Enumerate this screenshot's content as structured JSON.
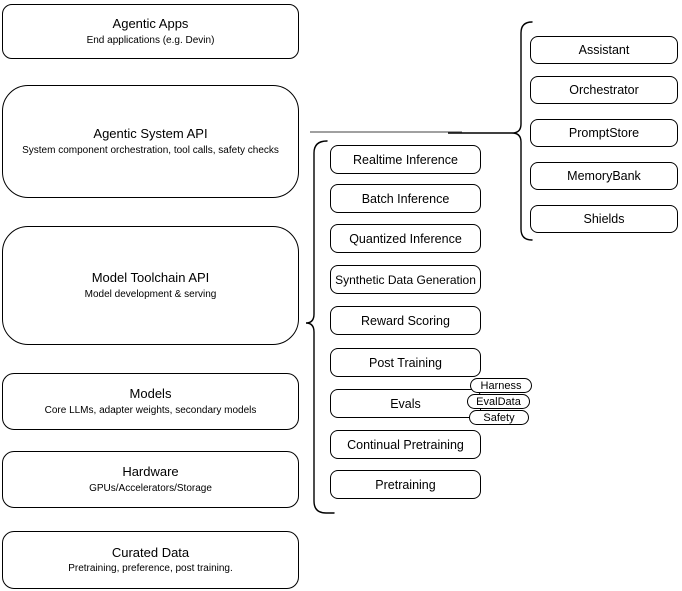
{
  "diagram": {
    "left_stack": [
      {
        "title": "Agentic Apps",
        "subtitle": "End applications (e.g. Devin)"
      },
      {
        "title": "Agentic System API",
        "subtitle": "System component orchestration, tool calls, safety checks"
      },
      {
        "title": "Model Toolchain API",
        "subtitle": "Model development & serving"
      },
      {
        "title": "Models",
        "subtitle": "Core LLMs, adapter weights, secondary models"
      },
      {
        "title": "Hardware",
        "subtitle": "GPUs/Accelerators/Storage"
      },
      {
        "title": "Curated Data",
        "subtitle": "Pretraining, preference, post training."
      }
    ],
    "toolchain_components": [
      {
        "label": "Realtime Inference"
      },
      {
        "label": "Batch Inference"
      },
      {
        "label": "Quantized Inference"
      },
      {
        "label": "Synthetic Data Generation"
      },
      {
        "label": "Reward Scoring"
      },
      {
        "label": "Post Training"
      },
      {
        "label": "Evals"
      },
      {
        "label": "Continual Pretraining"
      },
      {
        "label": "Pretraining"
      }
    ],
    "eval_tags": [
      {
        "label": "Harness"
      },
      {
        "label": "EvalData"
      },
      {
        "label": "Safety"
      }
    ],
    "system_components": [
      {
        "label": "Assistant"
      },
      {
        "label": "Orchestrator"
      },
      {
        "label": "PromptStore"
      },
      {
        "label": "MemoryBank"
      },
      {
        "label": "Shields"
      }
    ],
    "colors": {
      "stroke": "#000000",
      "background": "#ffffff",
      "connector_gray": "#808080"
    }
  }
}
